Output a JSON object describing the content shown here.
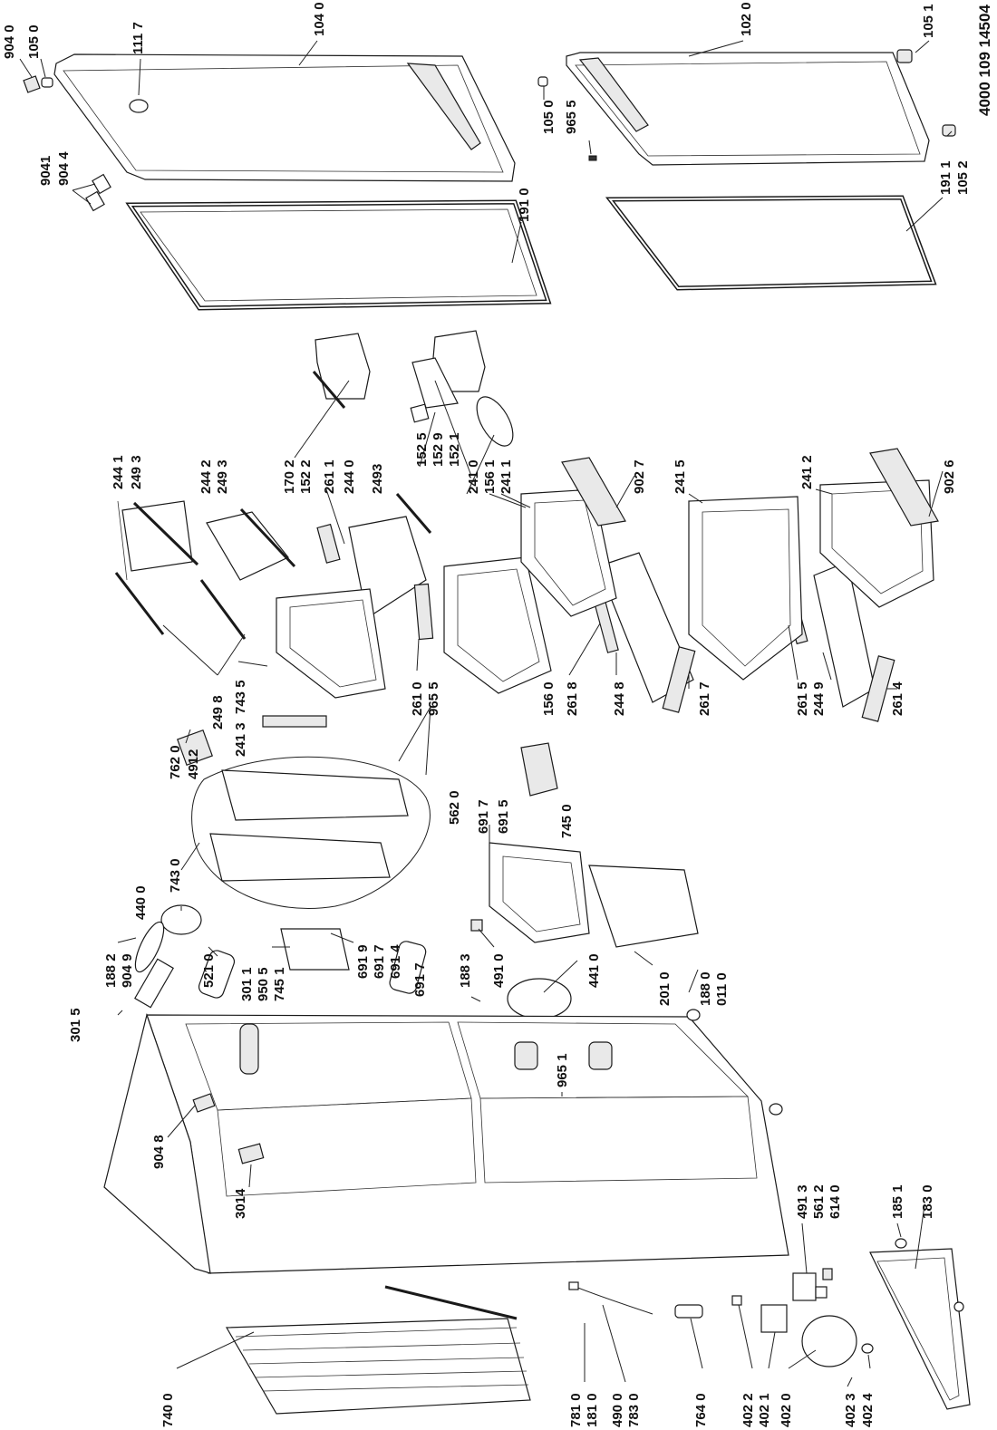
{
  "document_code": "4000 109 14504",
  "labels": [
    "904 0",
    "105 0",
    "111 7",
    "104 0",
    "102 0",
    "105 1",
    "105 0",
    "965 5",
    "191 1",
    "105 2",
    "9041",
    "904 4",
    "191 0",
    "244 1",
    "249 3",
    "244 2",
    "249 3",
    "170 2",
    "152 2",
    "261 1",
    "244 0",
    "2493",
    "152 5",
    "152 9",
    "152 1",
    "241 0",
    "156 1",
    "241 1",
    "902 7",
    "241 5",
    "241 2",
    "902 6",
    "762 0",
    "4912",
    "249 8",
    "743 5",
    "241 3",
    "261 0",
    "965 5",
    "156 0",
    "261 8",
    "244 8",
    "261 7",
    "261 5",
    "244 9",
    "261 4",
    "188 2",
    "904 9",
    "440 0",
    "743 0",
    "521 0",
    "301 1",
    "950 5",
    "745 1",
    "691 9",
    "691 7",
    "691 4",
    "691 7",
    "188 3",
    "491 0",
    "441 0",
    "562 0",
    "691 7",
    "691 5",
    "745 0",
    "201 0",
    "188 0",
    "011 0",
    "301 5",
    "904 8",
    "965 1",
    "3014",
    "491 3",
    "561 2",
    "614 0",
    "185 1",
    "183 0",
    "740 0",
    "781 0",
    "181 0",
    "490 0",
    "783 0",
    "764 0",
    "402 2",
    "402 1",
    "402 0",
    "402 3",
    "402 4"
  ]
}
